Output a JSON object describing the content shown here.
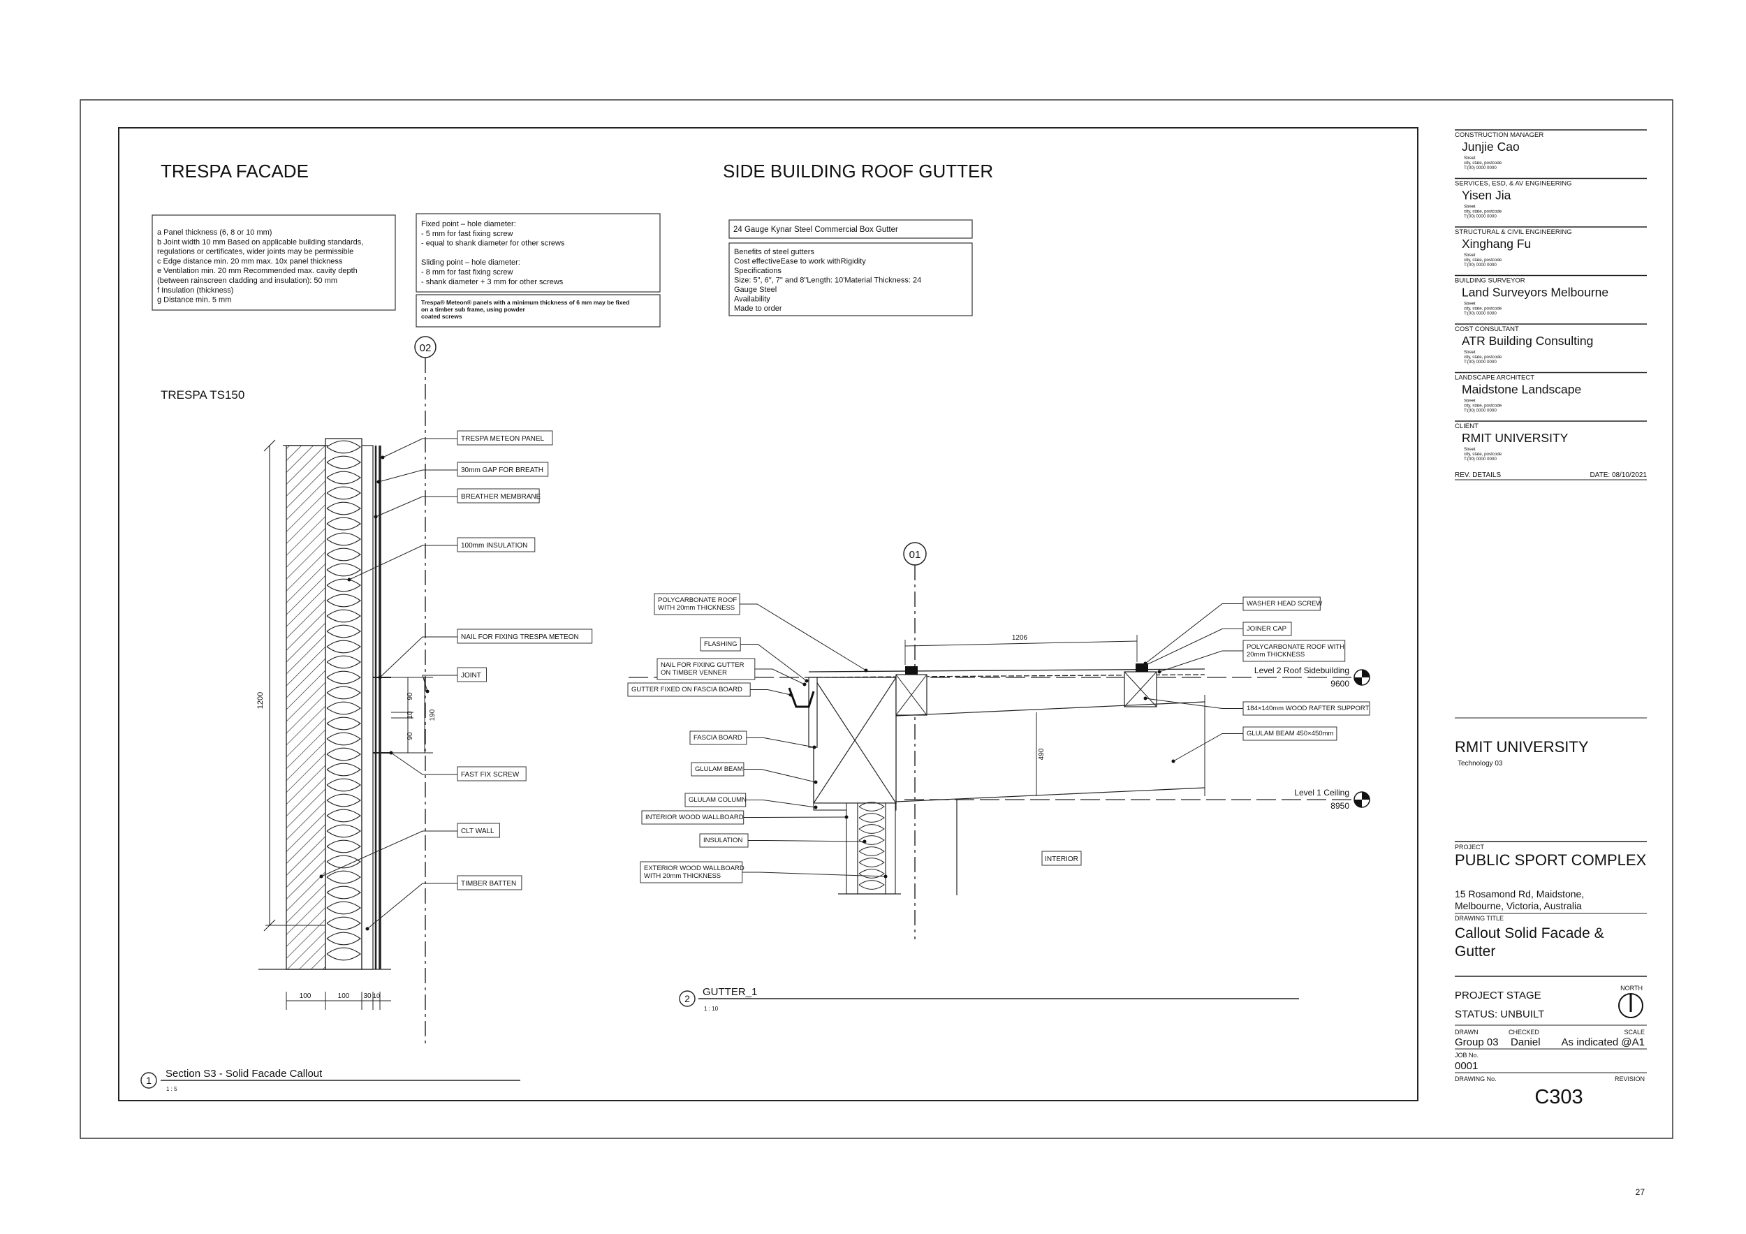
{
  "page_number": "27",
  "titles": {
    "left": "TRESPA FACADE",
    "right": "SIDE BUILDING ROOF GUTTER",
    "left_sub": "TRESPA TS150"
  },
  "notes": {
    "panel": [
      "a Panel thickness (6, 8  or 10 mm)",
      "b Joint width 10 mm Based on applicable building standards,",
      "regulations or certificates, wider joints may be permissible",
      "c Edge distance min. 20 mm max. 10x panel thickness",
      "e Ventilation min. 20 mm Recommended max. cavity depth",
      "(between rainscreen cladding and insulation): 50 mm",
      "f Insulation (thickness)",
      "g Distance min. 5 mm"
    ],
    "fixing": [
      "Fixed point – hole diameter:",
      "- 5 mm for fast fixing screw",
      "- equal to shank diameter for other screws",
      "",
      "Sliding point – hole diameter:",
      "- 8 mm for fast fixing screw",
      "- shank diameter + 3 mm for other screws"
    ],
    "trespa": [
      "Trespa® Meteon® panels with a minimum thickness of 6 mm may be fixed",
      "on a timber sub frame, using powder",
      "coated screws"
    ],
    "gutter_title": "24 Gauge Kynar Steel Commercial Box Gutter",
    "gutter_spec": [
      "Benefits of steel gutters",
      "Cost effectiveEase to work withRigidity",
      "Specifications",
      "Size: 5\", 6\", 7\" and 8\"Length: 10'Material Thickness: 24",
      "Gauge Steel",
      "Availability",
      "Made to order"
    ]
  },
  "grid_markers": {
    "a": "02",
    "b": "01"
  },
  "facade_labels": [
    "TRESPA METEON  PANEL",
    "30mm GAP FOR BREATH",
    "BREATHER MEMBRANE",
    "100mm INSULATION",
    "NAIL FOR FIXING TRESPA METEON",
    "JOINT",
    "FAST FIX SCREW",
    "CLT WALL",
    "TIMBER BATTEN"
  ],
  "facade_dims": {
    "height": "1200",
    "d90a": "90",
    "d10": "10",
    "d90b": "90",
    "d190": "190",
    "b100a": "100",
    "b100b": "100",
    "b30": "30",
    "b10": "10"
  },
  "gutter_left_labels": [
    "POLYCARBONATE ROOF|WITH 20mm THICKNESS",
    "FLASHING",
    "NAIL FOR FIXING GUTTER|ON TIMBER VENNER",
    "GUTTER FIXED ON FASCIA BOARD",
    "FASCIA BOARD",
    "GLULAM BEAM",
    "GLULAM COLUMN",
    "INTERIOR WOOD WALLBOARD",
    "INSULATION",
    "EXTERIOR WOOD WALLBOARD|WITH 20mm THICKNESS"
  ],
  "gutter_right_labels": [
    "WASHER HEAD SCREW",
    "JOINER CAP",
    "POLYCARBONATE ROOF WITH|20mm THICKNESS",
    "184×140mm WOOD RAFTER SUPPORT",
    "GLULAM BEAM 450×450mm"
  ],
  "gutter_dims": {
    "span": "1206",
    "depth": "490"
  },
  "interior_label": "INTERIOR",
  "levels": [
    {
      "name": "Level 2 Roof Sidebuilding",
      "elev": "9600"
    },
    {
      "name": "Level 1 Ceiling",
      "elev": "8950"
    }
  ],
  "views": [
    {
      "num": "1",
      "title": "Section S3 - Solid Facade Callout",
      "scale": "1 : 5"
    },
    {
      "num": "2",
      "title": "GUTTER_1",
      "scale": "1 : 10"
    }
  ],
  "consultants": [
    {
      "role": "CONSTRUCTION MANAGER",
      "name": "Junjie Cao"
    },
    {
      "role": "SERVICES, ESD, & AV ENGINEERING",
      "name": "Yisen Jia"
    },
    {
      "role": "STRUCTURAL & CIVIL ENGINEERING",
      "name": "Xinghang Fu"
    },
    {
      "role": "BUILDING SURVEYOR",
      "name": "Land Surveyors Melbourne"
    },
    {
      "role": "COST CONSULTANT",
      "name": "ATR Building Consulting"
    },
    {
      "role": "LANDSCAPE ARCHITECT",
      "name": "Maidstone Landscape"
    },
    {
      "role": "CLIENT",
      "name": "RMIT UNIVERSITY"
    }
  ],
  "address_lines": [
    "Street",
    "city, state, postcode",
    "T:(00) 0000 0000"
  ],
  "rev": {
    "label": "REV.  DETAILS",
    "date": "DATE: 08/10/2021"
  },
  "org": {
    "name": "RMIT UNIVERSITY",
    "sub": "Technology 03"
  },
  "project": {
    "label": "PROJECT",
    "name": "PUBLIC SPORT COMPLEX",
    "address": [
      "15 Rosamond Rd, Maidstone,",
      "Melbourne, Victoria, Australia"
    ]
  },
  "drawing_title": {
    "label": "DRAWING TITLE",
    "lines": [
      "Callout Solid Facade &",
      "Gutter"
    ]
  },
  "stage": {
    "label": "PROJECT STAGE",
    "status": "STATUS: UNBUILT",
    "north": "NORTH"
  },
  "sign": {
    "drawn_label": "DRAWN",
    "drawn": "Group 03",
    "checked_label": "CHECKED",
    "checked": "Daniel",
    "scale_label": "SCALE",
    "scale": "As indicated @A1"
  },
  "job": {
    "label": "JOB No.",
    "value": "0001"
  },
  "drawing_no": {
    "label": "DRAWING No.",
    "value": "C303",
    "rev_label": "REVISION"
  }
}
